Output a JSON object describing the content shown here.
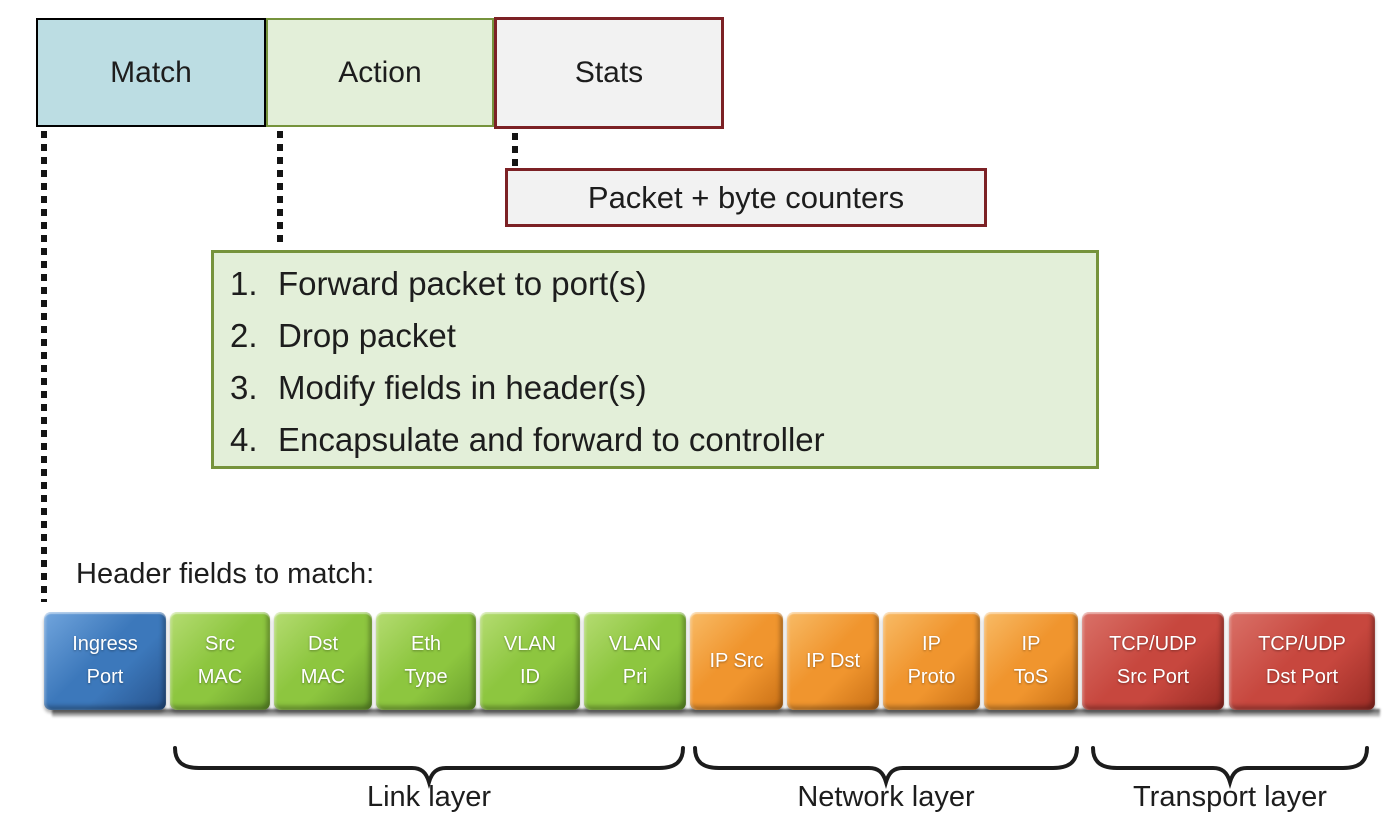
{
  "diagram": {
    "flow_entry": {
      "match_label": "Match",
      "action_label": "Action",
      "stats_label": "Stats"
    },
    "stats_note": "Packet + byte counters",
    "actions": [
      {
        "num": "1.",
        "text": "Forward packet to port(s)"
      },
      {
        "num": "2.",
        "text": "Drop packet"
      },
      {
        "num": "3.",
        "text": "Modify fields in header(s)"
      },
      {
        "num": "4.",
        "text": "Encapsulate and forward to controller"
      }
    ],
    "match_section": {
      "title": "Header fields to match:",
      "fields": [
        {
          "lines": [
            "Ingress",
            "Port"
          ]
        },
        {
          "lines": [
            "Src",
            "MAC"
          ]
        },
        {
          "lines": [
            "Dst",
            "MAC"
          ]
        },
        {
          "lines": [
            "Eth",
            "Type"
          ]
        },
        {
          "lines": [
            "VLAN",
            "ID"
          ]
        },
        {
          "lines": [
            "VLAN",
            "Pri"
          ]
        },
        {
          "lines": [
            "IP Src"
          ]
        },
        {
          "lines": [
            "IP Dst"
          ]
        },
        {
          "lines": [
            "IP",
            "Proto"
          ]
        },
        {
          "lines": [
            "IP",
            "ToS"
          ]
        },
        {
          "lines": [
            "TCP/UDP",
            "Src Port"
          ]
        },
        {
          "lines": [
            "TCP/UDP",
            "Dst Port"
          ]
        }
      ]
    },
    "layers": {
      "link": "Link layer",
      "network": "Network layer",
      "transport": "Transport layer"
    }
  },
  "colors": {
    "match_fill": "#bcdde3",
    "match_border": "#000000",
    "action_fill": "#e3efd9",
    "action_border": "#76933c",
    "stats_fill": "#f2f2f2",
    "stats_border": "#7c2125",
    "field_ingress": {
      "base": "#3c78bb",
      "light": "#71a5dd",
      "dark": "#27538d"
    },
    "field_link": {
      "base": "#8dc63f",
      "light": "#b5dc72",
      "dark": "#689e2b"
    },
    "field_network": {
      "base": "#f0952e",
      "light": "#f8bb66",
      "dark": "#c86f15"
    },
    "field_transport": {
      "base": "#c7473e",
      "light": "#da7168",
      "dark": "#992b24"
    }
  }
}
